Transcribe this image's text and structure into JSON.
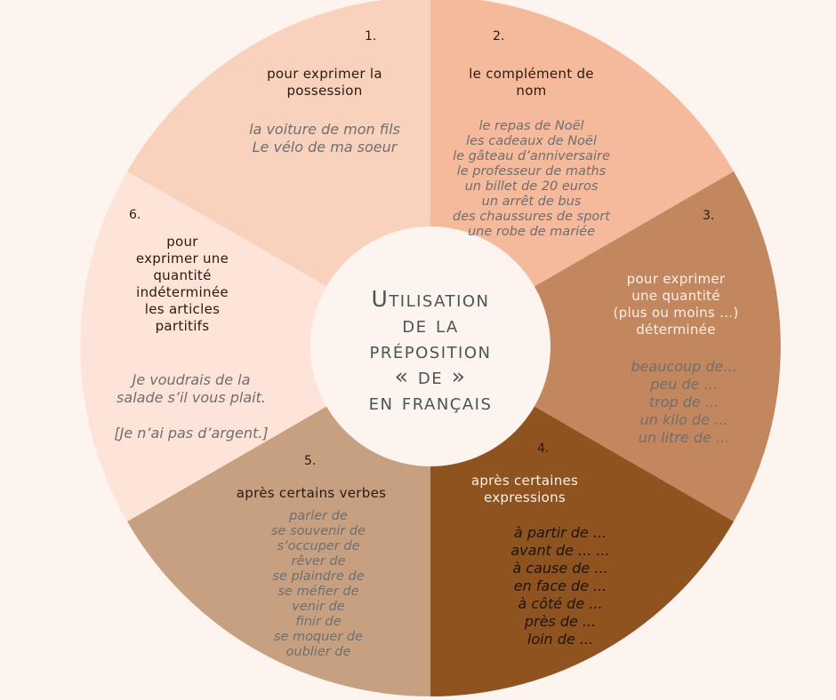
{
  "colors": {
    "background": "#fdf3ef",
    "s1": "#f9d2bd",
    "s2": "#f5b99c",
    "s3": "#c2875e",
    "s4": "#8f531f",
    "s5": "#c6a080",
    "s6": "#fde3d8",
    "center": "#fdf3ef"
  },
  "title": [
    "Utilisation",
    "de la",
    "préposition",
    "« de »",
    "en français"
  ],
  "sections": [
    {
      "number": "1.",
      "heading": [
        "pour exprimer la",
        "possession"
      ],
      "examples": [
        "la voiture de mon fils",
        "Le vélo de ma soeur"
      ]
    },
    {
      "number": "2.",
      "heading": [
        "le complément de",
        "nom"
      ],
      "examples": [
        "le repas de Noël",
        "les cadeaux de Noël",
        "le gâteau d’anniversaire",
        "le professeur de maths",
        "un billet de 20 euros",
        "un arrêt de bus",
        "des chaussures de sport",
        "une robe de mariée"
      ]
    },
    {
      "number": "3.",
      "heading": [
        "pour exprimer",
        "une quantité",
        "(plus ou moins ...)",
        "déterminée"
      ],
      "examples": [
        "beaucoup de...",
        "peu de ...",
        "trop de ...",
        "un kilo de ...",
        "un litre de ..."
      ]
    },
    {
      "number": "4.",
      "heading": [
        "après certaines",
        "expressions"
      ],
      "examples": [
        "à partir de ...",
        "avant de ... ...",
        "à cause de ...",
        "en face de ...",
        "à côté de ...",
        "près de ...",
        "loin de  ..."
      ]
    },
    {
      "number": "5.",
      "heading": [
        "après certains verbes"
      ],
      "examples": [
        "parler de",
        "se souvenir de",
        "s’occuper de",
        "rêver de",
        "se plaindre de",
        "se méfier de",
        "venir de",
        "finir de",
        "se moquer de",
        "oublier de"
      ]
    },
    {
      "number": "6.",
      "heading": [
        "pour",
        "exprimer une",
        "quantité",
        "indéterminée",
        "les articles",
        "partitifs"
      ],
      "examples": [
        "Je voudrais de la",
        "salade s’il vous plait.",
        "",
        "[Je n’ai pas d’argent.]"
      ]
    }
  ]
}
